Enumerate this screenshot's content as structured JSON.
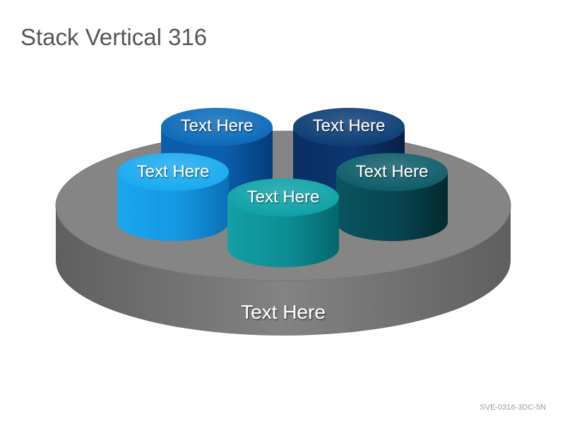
{
  "title": "Stack Vertical 316",
  "footer_code": "SVE-0316-3DC-5N",
  "base": {
    "label": "Text Here",
    "colors": {
      "top": "#858585",
      "side_light": "#838383",
      "side_dark": "#5f5f5f",
      "edge": "#6e6e6e"
    }
  },
  "cylinders": [
    {
      "id": "back-left",
      "label": "Text Here",
      "colors": {
        "top": "#0868b8",
        "side_light": "#1a66b4",
        "side_dark": "#053c7a"
      }
    },
    {
      "id": "back-right",
      "label": "Text Here",
      "colors": {
        "top": "#0a3a73",
        "side_light": "#123f7c",
        "side_dark": "#071f44"
      }
    },
    {
      "id": "mid-left",
      "label": "Text Here",
      "colors": {
        "top": "#16a8f0",
        "side_light": "#1fa6ee",
        "side_dark": "#0a6fb6"
      }
    },
    {
      "id": "mid-right",
      "label": "Text Here",
      "colors": {
        "top": "#0a5a67",
        "side_light": "#0f5e6b",
        "side_dark": "#042b33"
      }
    },
    {
      "id": "front",
      "label": "Text Here",
      "colors": {
        "top": "#0aa0a6",
        "side_light": "#15a2a8",
        "side_dark": "#05666b"
      }
    }
  ]
}
